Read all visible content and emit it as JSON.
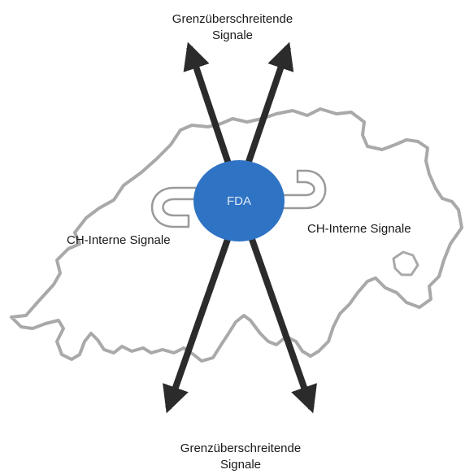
{
  "diagram": {
    "center_node": {
      "label": "FDA",
      "fill": "#2f73c4",
      "text_color": "#dce9f7"
    },
    "labels": {
      "top": [
        "Grenzüberschreitende",
        "Signale"
      ],
      "bottom": [
        "Grenzüberschreitende",
        "Signale"
      ],
      "left": "CH-Interne Signale",
      "right": "CH-Interne Signale"
    },
    "colors": {
      "arrow": "#2b2b2b",
      "map_outline": "#a9a9a9",
      "loop_arrow": "#9a9a9a"
    },
    "background_shape": "switzerland-outline"
  }
}
